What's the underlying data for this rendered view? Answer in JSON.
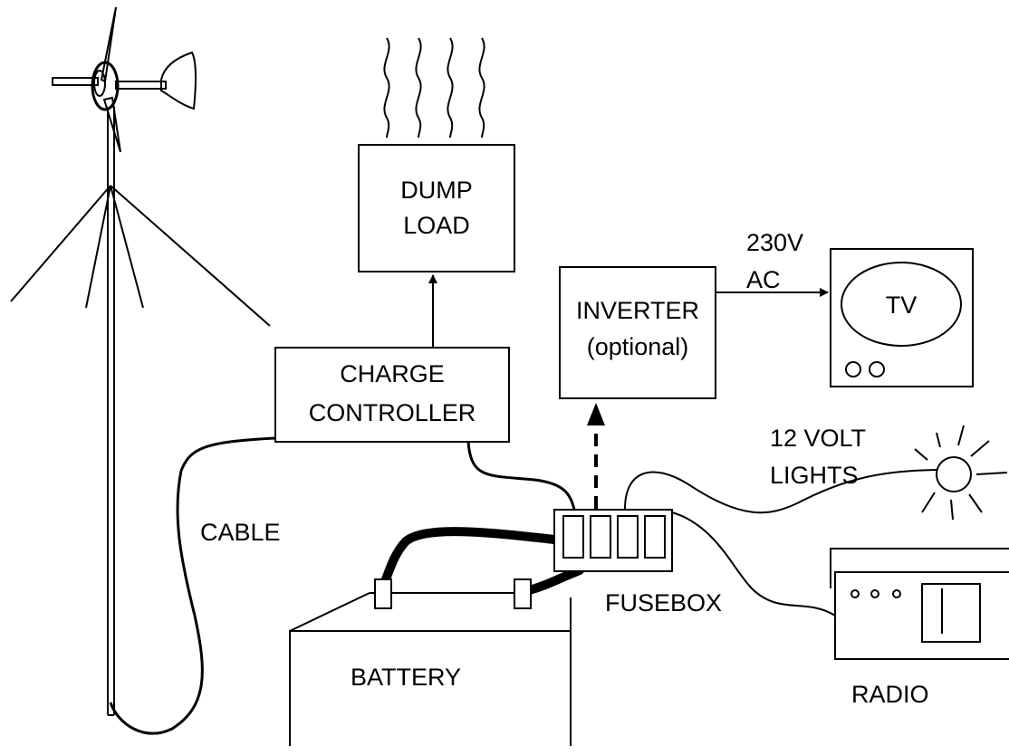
{
  "labels": {
    "dump_load_line1": "DUMP",
    "dump_load_line2": "LOAD",
    "charge_controller_line1": "CHARGE",
    "charge_controller_line2": "CONTROLLER",
    "inverter_line1": "INVERTER",
    "inverter_line2": "(optional)",
    "ac_voltage_line1": "230V",
    "ac_voltage_line2": "AC",
    "tv": "TV",
    "lights_line1": "12 VOLT",
    "lights_line2": "LIGHTS",
    "cable": "CABLE",
    "fusebox": "FUSEBOX",
    "battery": "BATTERY",
    "radio": "RADIO"
  }
}
